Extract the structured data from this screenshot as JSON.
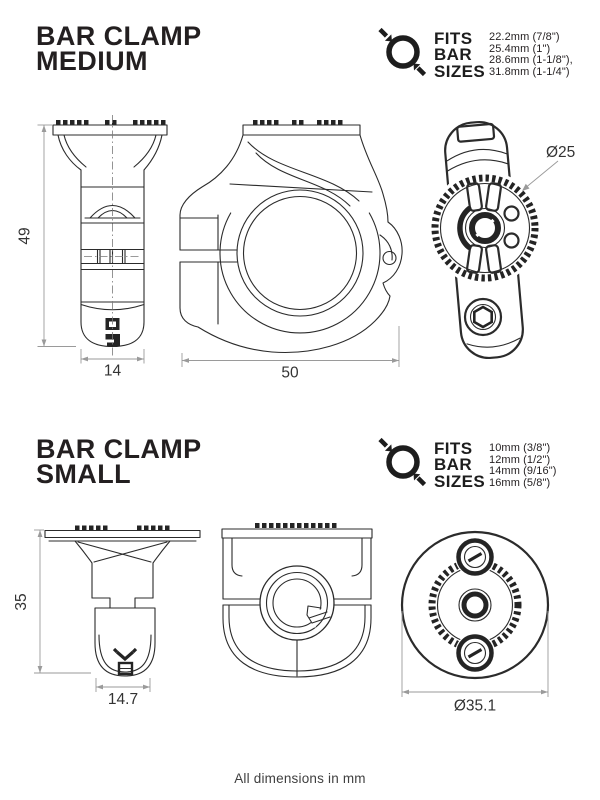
{
  "footnote": "All dimensions in mm",
  "medium": {
    "title_line1": "BAR CLAMP",
    "title_line2": "MEDIUM",
    "fits_label": {
      "l1": "FITS",
      "l2": "BAR",
      "l3": "SIZES"
    },
    "sizes": [
      "22.2mm (7/8\")",
      "25.4mm (1\")",
      "28.6mm (1-1/8\"),",
      "31.8mm (1-1/4\")"
    ],
    "dims": {
      "height": "49",
      "base_width": "14",
      "width": "50",
      "diameter": "Ø25"
    }
  },
  "small": {
    "title_line1": "BAR CLAMP",
    "title_line2": "SMALL",
    "fits_label": {
      "l1": "FITS",
      "l2": "BAR",
      "l3": "SIZES"
    },
    "sizes": [
      "10mm (3/8\")",
      "12mm (1/2\")",
      "14mm (9/16\")",
      "16mm (5/8\")"
    ],
    "dims": {
      "height": "35",
      "base_width": "14.7",
      "diameter": "Ø35.1"
    }
  },
  "colors": {
    "ink": "#231f20",
    "dim_line": "#9a9a9a",
    "background": "#ffffff"
  }
}
